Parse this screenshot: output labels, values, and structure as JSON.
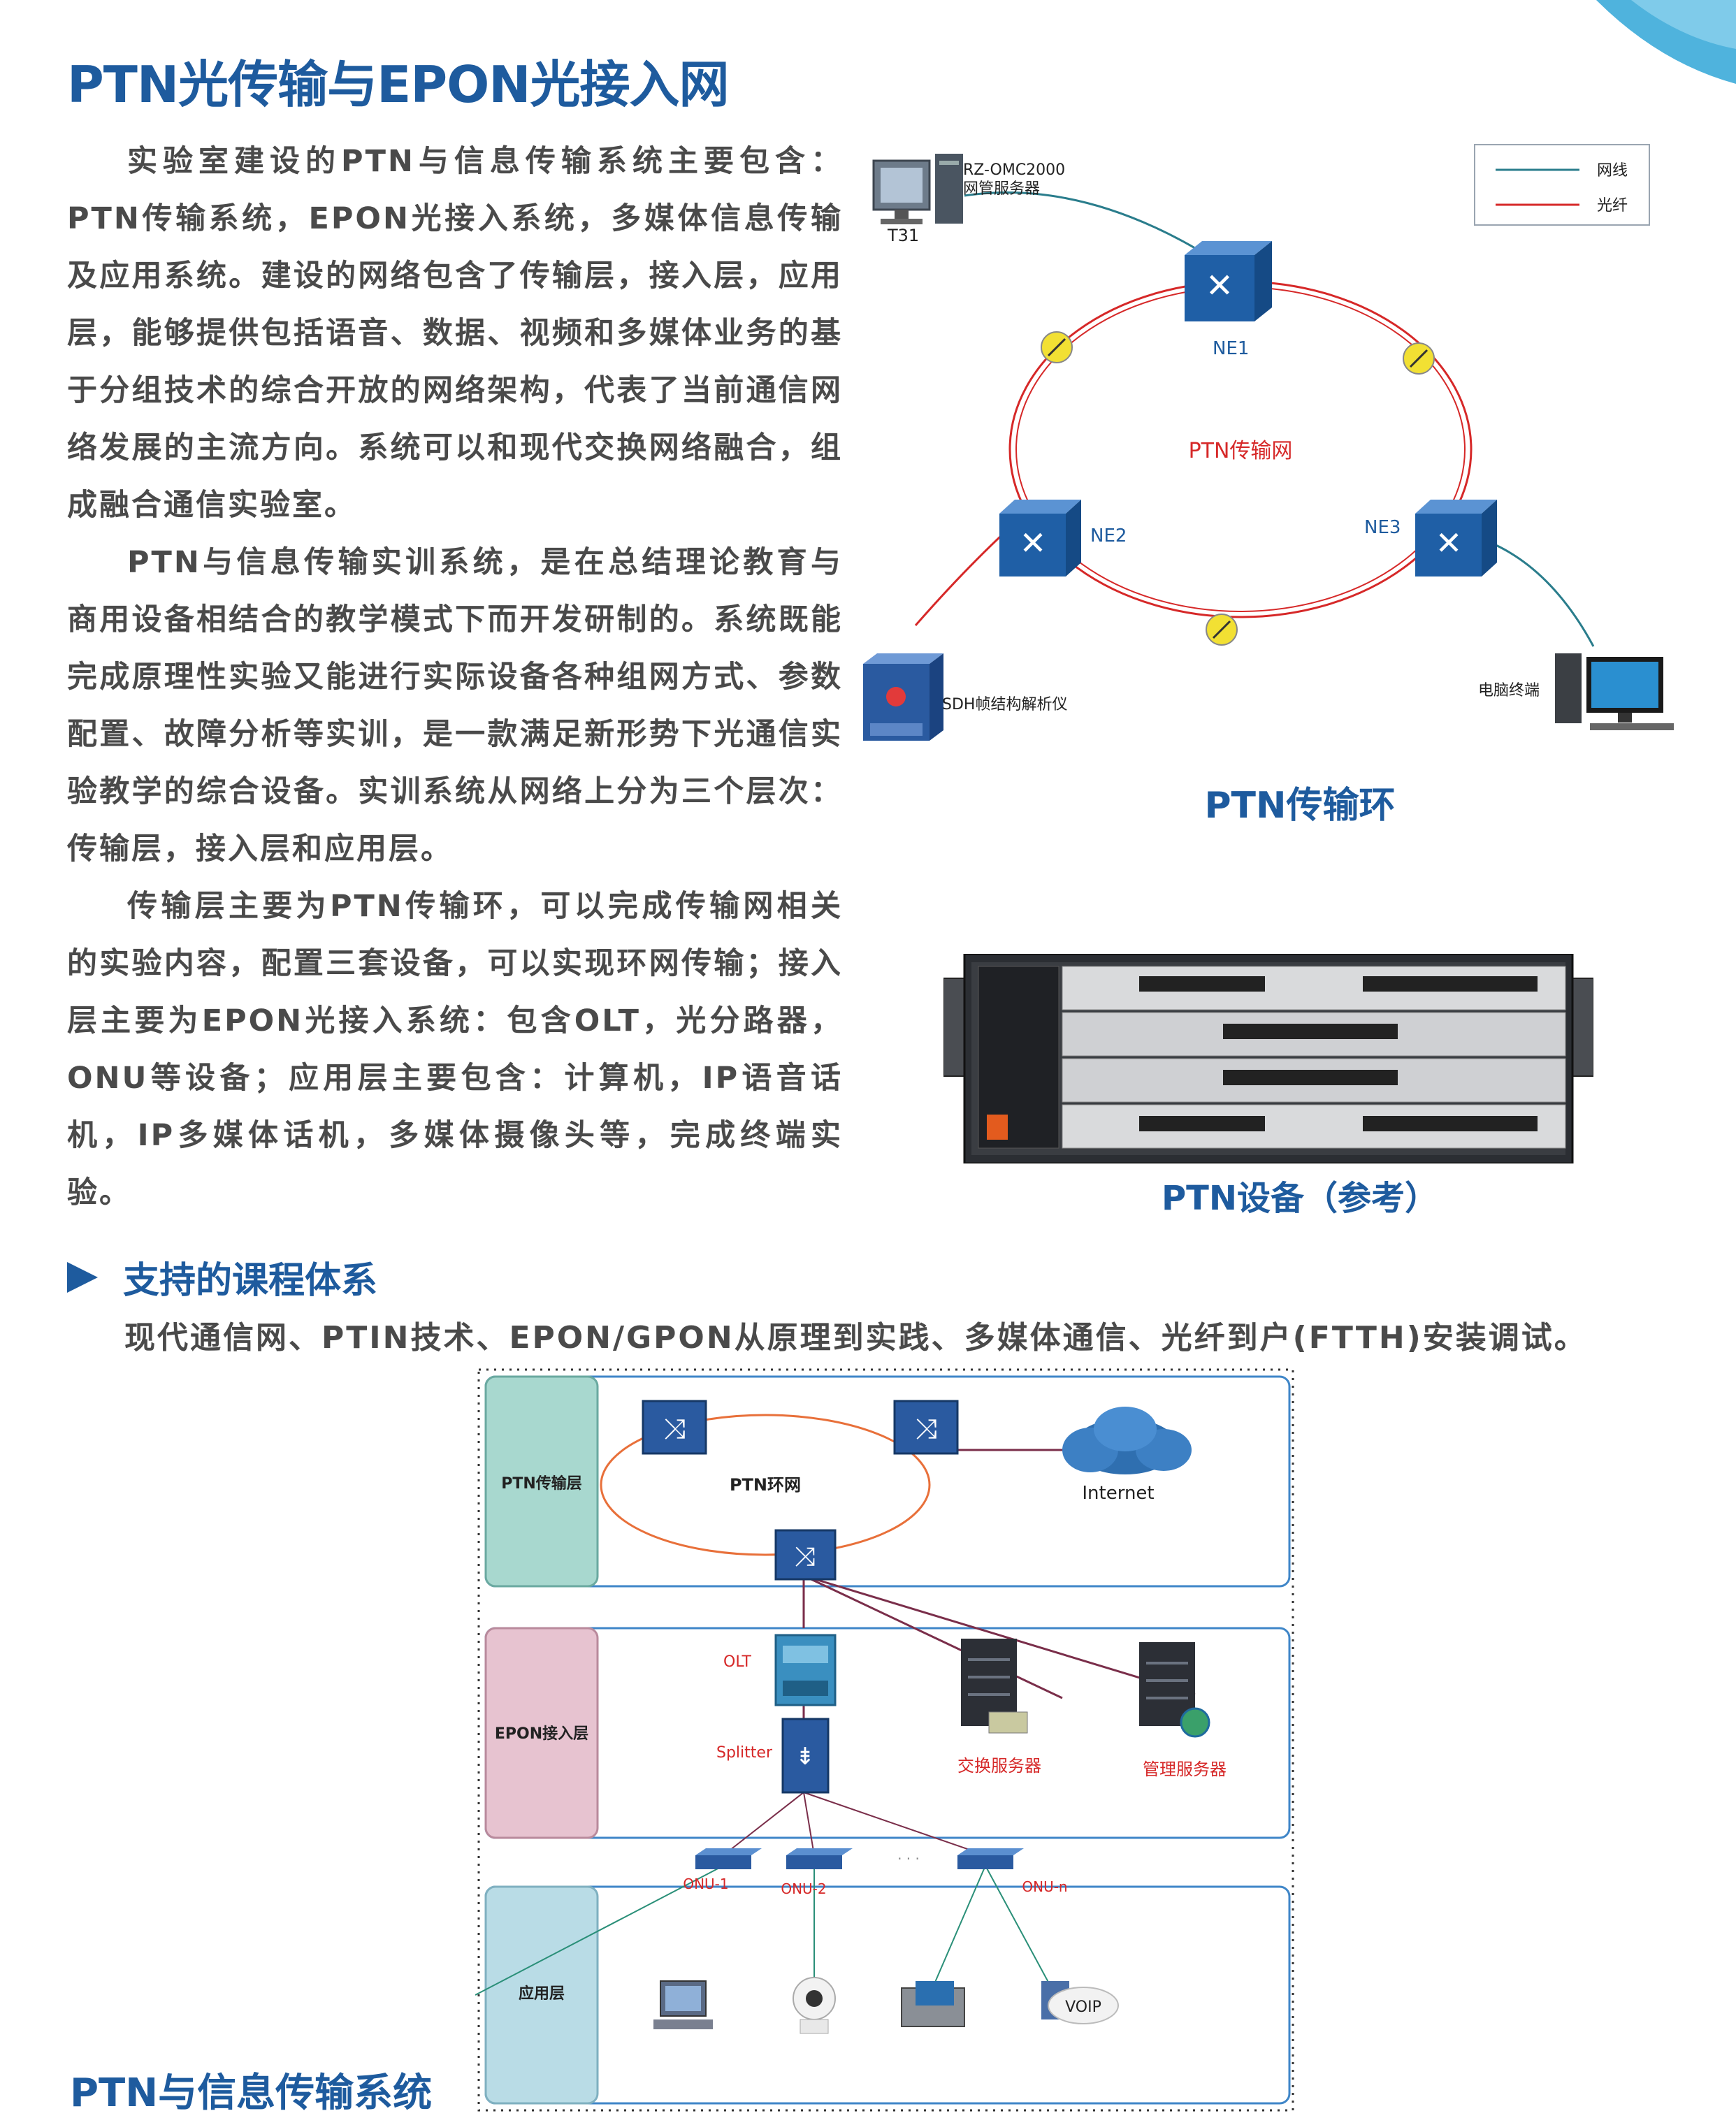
{
  "page": {
    "title": "PTN光传输与EPON光接入网",
    "footer_title": "PTN与信息传输系统",
    "accent_color": "#1e5b9e"
  },
  "intro": {
    "paragraphs": [
      "实验室建设的PTN与信息传输系统主要包含：PTN传输系统，EPON光接入系统，多媒体信息传输及应用系统。建设的网络包含了传输层，接入层，应用层，能够提供包括语音、数据、视频和多媒体业务的基于分组技术的综合开放的网络架构，代表了当前通信网络发展的主流方向。系统可以和现代交换网络融合，组成融合通信实验室。",
      "PTN与信息传输实训系统，是在总结理论教育与商用设备相结合的教学模式下而开发研制的。系统既能完成原理性实验又能进行实际设备各种组网方式、参数配置、故障分析等实训，是一款满足新形势下光通信实验教学的综合设备。实训系统从网络上分为三个层次：传输层，接入层和应用层。",
      "传输层主要为PTN传输环，可以完成传输网相关的实验内容，配置三套设备，可以实现环网传输；接入层主要为EPON光接入系统：包含OLT，光分路器，ONU等设备；应用层主要包含：计算机，IP语音话机，IP多媒体话机，多媒体摄像头等，完成终端实验。"
    ]
  },
  "ring_figure": {
    "caption": "PTN传输环",
    "server_name": "RZ-OMC2000",
    "server_desc": "网管服务器",
    "pc_label": "T31",
    "ne1": "NE1",
    "ne2": "NE2",
    "ne3": "NE3",
    "ring_label": "PTN传输网",
    "sdh_label": "SDH帧结构解析仪",
    "terminal_label": "电脑终端",
    "legend_cable": "网线",
    "legend_fiber": "光纤",
    "cable_color": "#2a7d8c",
    "fiber_color": "#d62828"
  },
  "device_figure": {
    "caption": "PTN设备（参考）"
  },
  "courses": {
    "heading": "支持的课程体系",
    "text": "现代通信网、PTIN技术、EPON/GPON从原理到实践、多媒体通信、光纤到户(FTTH)安装调试。"
  },
  "arch_figure": {
    "layer_transport": "PTN传输层",
    "layer_access": "EPON接入层",
    "layer_app": "应用层",
    "ring_label": "PTN环网",
    "internet": "Internet",
    "olt": "OLT",
    "splitter": "Splitter",
    "switch_server": "交换服务器",
    "mgmt_server": "管理服务器",
    "onu1": "ONU-1",
    "onu2": "ONU-2",
    "onun": "ONU-n",
    "dots": "· · ·",
    "voip": "VOIP",
    "layer_colors": [
      "#a8d8cf",
      "#e7c3d0",
      "#b9dce6"
    ]
  }
}
